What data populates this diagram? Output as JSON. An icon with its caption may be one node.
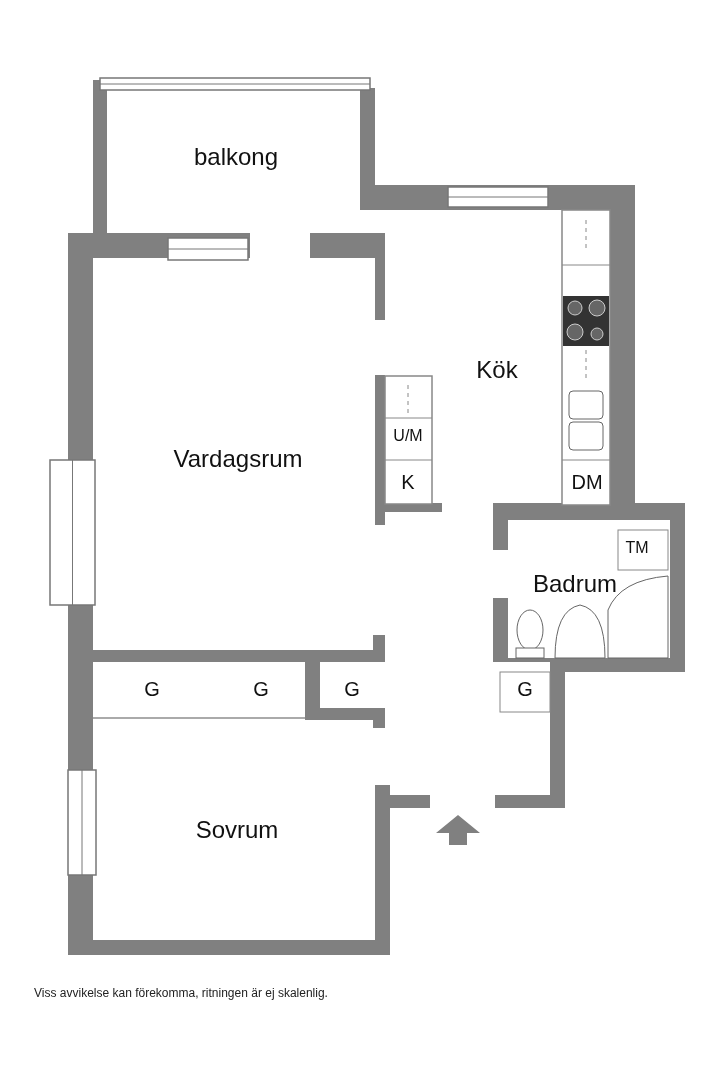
{
  "diagram": {
    "caption": "Viss avvikelse kan förekomma, ritningen är ej skalenlig.",
    "labels": [
      "balkong",
      "Kök",
      "U/M",
      "Vardagsrum",
      "K",
      "DM",
      "TM",
      "Badrum",
      "G",
      "G",
      "G",
      "G",
      "Sovrum"
    ]
  }
}
